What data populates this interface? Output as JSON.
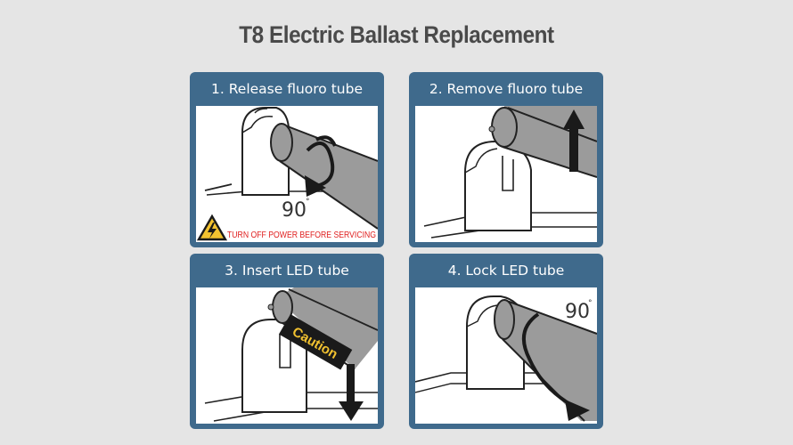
{
  "page": {
    "title": "T8 Electric Ballast Replacement"
  },
  "steps": [
    {
      "label": "1. Release fluoro tube",
      "angle_label": "90",
      "degree_mark": "°",
      "warning": "TURN OFF POWER BEFORE SERVICING"
    },
    {
      "label": "2. Remove fluoro tube"
    },
    {
      "label": "3. Insert LED tube",
      "caution": "Caution"
    },
    {
      "label": "4. Lock LED tube",
      "angle_label": "90",
      "degree_mark": "°"
    }
  ],
  "colors": {
    "background": "#e5e5e5",
    "card": "#3f6a8c",
    "title": "#4a4a4a",
    "tube": "#9b9b9b",
    "warning_text": "#e02020",
    "caution_bg": "#1a1a1a",
    "caution_text": "#f2c230"
  }
}
